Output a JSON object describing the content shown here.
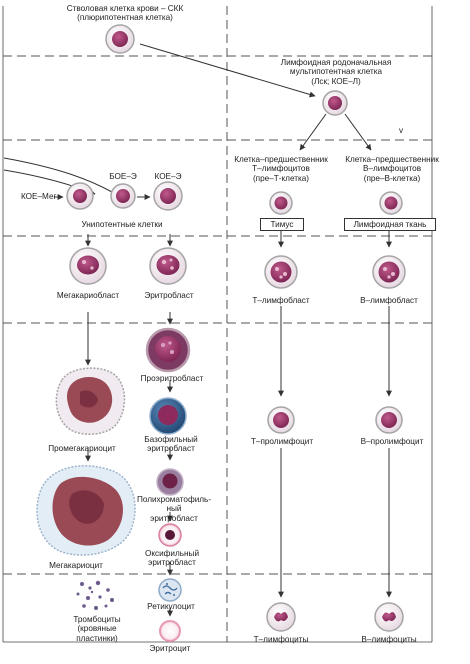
{
  "colors": {
    "cell_border": "#a5a5a5",
    "cell_fill": "#f6edf3",
    "nucleus": "#9b2f66",
    "nucleus_dark": "#6e2148",
    "basophil": "#2f5d8c",
    "megakaryocyte": "#9a4a55",
    "line": "#333333"
  },
  "labels": {
    "stem_cell": [
      "Стволовая клетка крови – СКК",
      "(плюрипотентная клетка)"
    ],
    "lymphoid_stem": [
      "Лимфоидная родоначальная",
      "мультипотентная клетка",
      "(Лск; КОЕ–Л)"
    ],
    "pre_t": [
      "Клетка–предшественник",
      "Т–лимфоцитов",
      "(пре–Т-клетка)"
    ],
    "pre_b": [
      "Клетка–предшественник",
      "В–лимфоцитов",
      "(пре–В-клетка)"
    ],
    "thymus": "Тимус",
    "lymphoid_tissue": "Лимфоидная ткань",
    "koe_meg": "КОЕ–Мег",
    "boe_e": "БОЕ–Э",
    "koe_e": "КОЕ–Э",
    "unipotent": "Унипотентные клетки",
    "megakaryoblast": "Мегакариобласт",
    "erythroblast": "Эритробласт",
    "t_lymphoblast": "Т–лимфобласт",
    "b_lymphoblast": "В–лимфобласт",
    "proerythroblast": "Проэритробласт",
    "basophilic_erythroblast": [
      "Базофильный",
      "эритробласт"
    ],
    "promegakaryocyte": "Промегакариоцит",
    "t_prolymphocyte": "Т–пролимфоцит",
    "b_prolymphocyte": "В–пролимфоцит",
    "polychromatophilic_erythroblast": [
      "Полихроматофиль-",
      "ный",
      "эритробласт"
    ],
    "megakaryocyte": "Мегакариоцит",
    "oxyphilic_erythroblast": [
      "Оксифильный",
      "эритробласт"
    ],
    "reticulocyte": "Ретикулоцит",
    "platelets": [
      "Тромбоциты",
      "(кровяные",
      "пластинки)"
    ],
    "erythrocyte": "Эритроцит",
    "t_lymphocytes": "Т–лимфоциты",
    "b_lymphocytes": "В–лимфоциты",
    "corner_mark": "v"
  }
}
